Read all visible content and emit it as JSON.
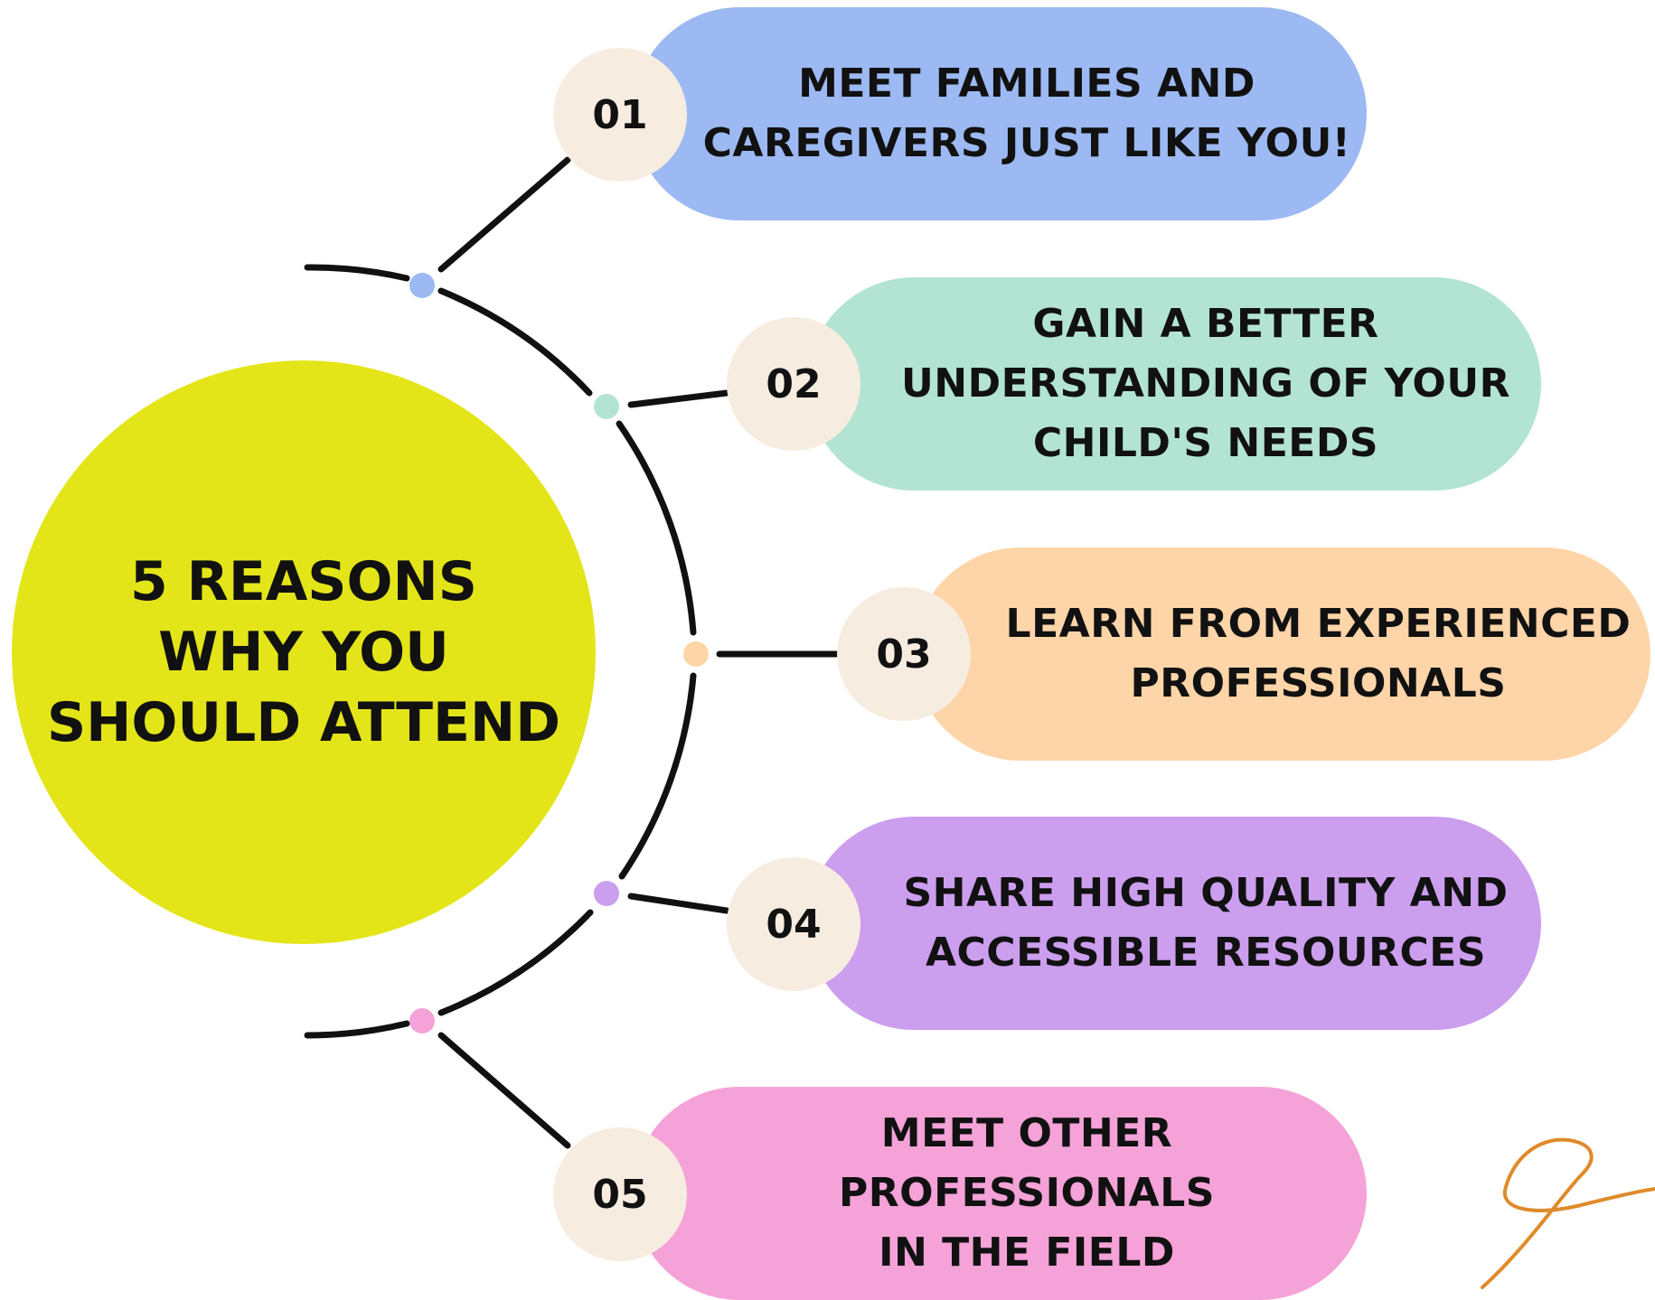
{
  "hub": {
    "text": "5 REASONS\nWHY YOU\nSHOULD ATTEND",
    "color": "#e3e519"
  },
  "number_badge_color": "#f6ede0",
  "line_color": "#111111",
  "decoration": {
    "name": "swirl-squiggle",
    "color": "#e08a2a"
  },
  "reasons": [
    {
      "number": "01",
      "text": "MEET FAMILIES AND\nCAREGIVERS JUST LIKE YOU!",
      "color": "#9db9f3"
    },
    {
      "number": "02",
      "text": "GAIN A BETTER\nUNDERSTANDING OF YOUR\nCHILD'S NEEDS",
      "color": "#b3e4d3"
    },
    {
      "number": "03",
      "text": "LEARN FROM EXPERIENCED\nPROFESSIONALS",
      "color": "#fdd5a8"
    },
    {
      "number": "04",
      "text": "SHARE HIGH QUALITY AND\nACCESSIBLE RESOURCES",
      "color": "#cc9eee"
    },
    {
      "number": "05",
      "text": "MEET OTHER PROFESSIONALS\nIN THE FIELD",
      "color": "#f4a2d7"
    }
  ]
}
